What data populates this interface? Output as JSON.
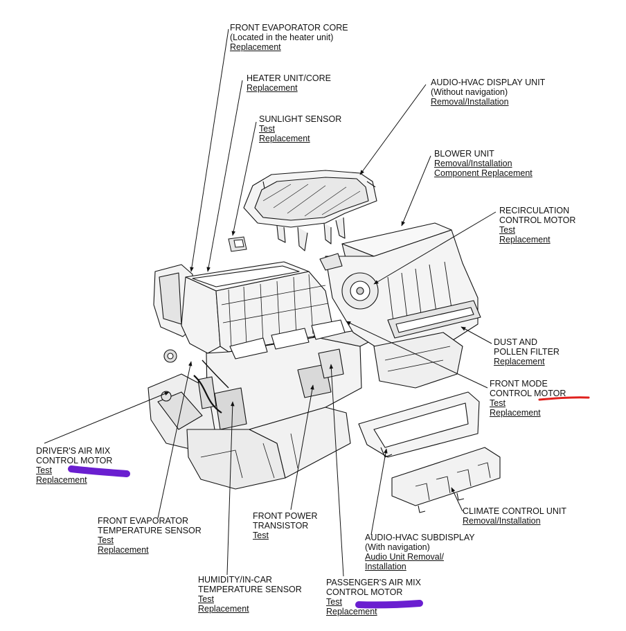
{
  "callouts": [
    {
      "id": "front-evaporator-core",
      "lines": [
        "FRONT EVAPORATOR CORE",
        "(Located in the heater unit)"
      ],
      "links": [
        "Replacement"
      ]
    },
    {
      "id": "heater-unit-core",
      "lines": [
        "HEATER UNIT/CORE"
      ],
      "links": [
        "Replacement"
      ]
    },
    {
      "id": "sunlight-sensor",
      "lines": [
        "SUNLIGHT SENSOR"
      ],
      "links": [
        "Test",
        "Replacement"
      ]
    },
    {
      "id": "audio-hvac-display-unit",
      "lines": [
        "AUDIO-HVAC DISPLAY UNIT",
        "(Without navigation)"
      ],
      "links": [
        "Removal/Installation"
      ]
    },
    {
      "id": "blower-unit",
      "lines": [
        "BLOWER UNIT"
      ],
      "links": [
        "Removal/Installation",
        "Component Replacement"
      ]
    },
    {
      "id": "recirculation-control-motor",
      "lines": [
        "RECIRCULATION",
        "CONTROL MOTOR"
      ],
      "links": [
        "Test",
        "Replacement"
      ]
    },
    {
      "id": "dust-pollen-filter",
      "lines": [
        "DUST AND",
        "POLLEN FILTER"
      ],
      "links": [
        "Replacement"
      ]
    },
    {
      "id": "front-mode-control-motor",
      "lines": [
        "FRONT MODE",
        "CONTROL MOTOR"
      ],
      "links": [
        "Test",
        "Replacement"
      ]
    },
    {
      "id": "drivers-air-mix-control-motor",
      "lines": [
        "DRIVER'S AIR MIX",
        "CONTROL MOTOR"
      ],
      "links": [
        "Test",
        "Replacement"
      ]
    },
    {
      "id": "front-evaporator-temperature-sensor",
      "lines": [
        "FRONT EVAPORATOR",
        "TEMPERATURE SENSOR"
      ],
      "links": [
        "Test",
        "Replacement"
      ]
    },
    {
      "id": "front-power-transistor",
      "lines": [
        "FRONT POWER",
        "TRANSISTOR"
      ],
      "links": [
        "Test"
      ]
    },
    {
      "id": "climate-control-unit",
      "lines": [
        "CLIMATE CONTROL UNIT"
      ],
      "links": [
        "Removal/Installation"
      ]
    },
    {
      "id": "audio-hvac-subdisplay",
      "lines": [
        "AUDIO-HVAC SUBDISPLAY",
        "(With navigation)"
      ],
      "links": [
        "Audio Unit Removal/",
        "Installation"
      ]
    },
    {
      "id": "humidity-in-car-temperature-sensor",
      "lines": [
        "HUMIDITY/IN-CAR",
        "TEMPERATURE SENSOR"
      ],
      "links": [
        "Test",
        "Replacement"
      ]
    },
    {
      "id": "passengers-air-mix-control-motor",
      "lines": [
        "PASSENGER'S AIR MIX",
        "CONTROL MOTOR"
      ],
      "links": [
        "Test",
        "Replacement"
      ]
    }
  ],
  "colors": {
    "line": "#111111",
    "fill_light": "#f2f2f2",
    "fill_mid": "#e2e2e2",
    "highlight_red": "#e0201c",
    "highlight_purple": "#6a1fd0"
  }
}
